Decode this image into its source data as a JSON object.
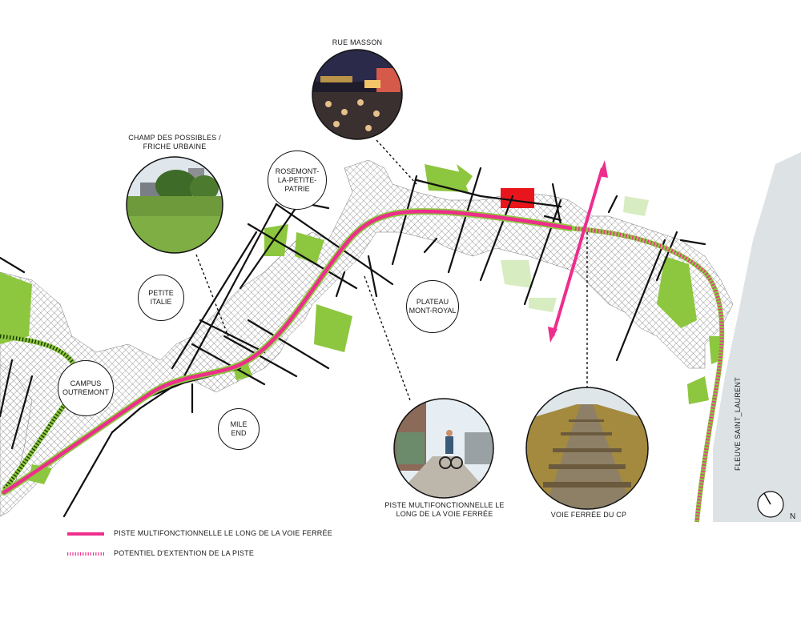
{
  "colors": {
    "pink": "#ee2d8d",
    "green": "#8dc63f",
    "light_green": "#d7ecc0",
    "red": "#e8161c",
    "river": "#dde3e5",
    "road": "#111111"
  },
  "places": {
    "rue_masson": "RUE MASSON",
    "champ_line1": "CHAMP DES POSSIBLES /",
    "champ_line2": "FRICHE URBAINE",
    "rosemont_line1": "ROSEMONT-",
    "rosemont_line2": "LA-PETITE-PATRIE",
    "petite_italie_line1": "PETITE",
    "petite_italie_line2": "ITALIE",
    "plateau_line1": "PLATEAU",
    "plateau_line2": "MONT-ROYAL",
    "campus_line1": "CAMPUS",
    "campus_line2": "OUTREMONT",
    "mile_end_line1": "MILE",
    "mile_end_line2": "END",
    "piste_line1": "PISTE MULTIFONCTIONNELLE LE",
    "piste_line2": "LONG DE LA VOIE FERRÉE",
    "voie_ferree": "VOIE FERRÉE DU CP",
    "fleuve": "FLEUVE SAINT_LAURENT"
  },
  "legend": {
    "solid": "PISTE MULTIFONCTIONNELLE LE LONG DE LA VOIE FERRÉE",
    "dotted": "POTENTIEL D'EXTENTION DE LA PISTE"
  },
  "north_label": "N",
  "photos": {
    "rue_masson": "night-street-crowd-photo",
    "champ": "urban-wasteland-photo",
    "piste": "cyclist-on-path-photo",
    "voie": "railway-track-photo"
  }
}
